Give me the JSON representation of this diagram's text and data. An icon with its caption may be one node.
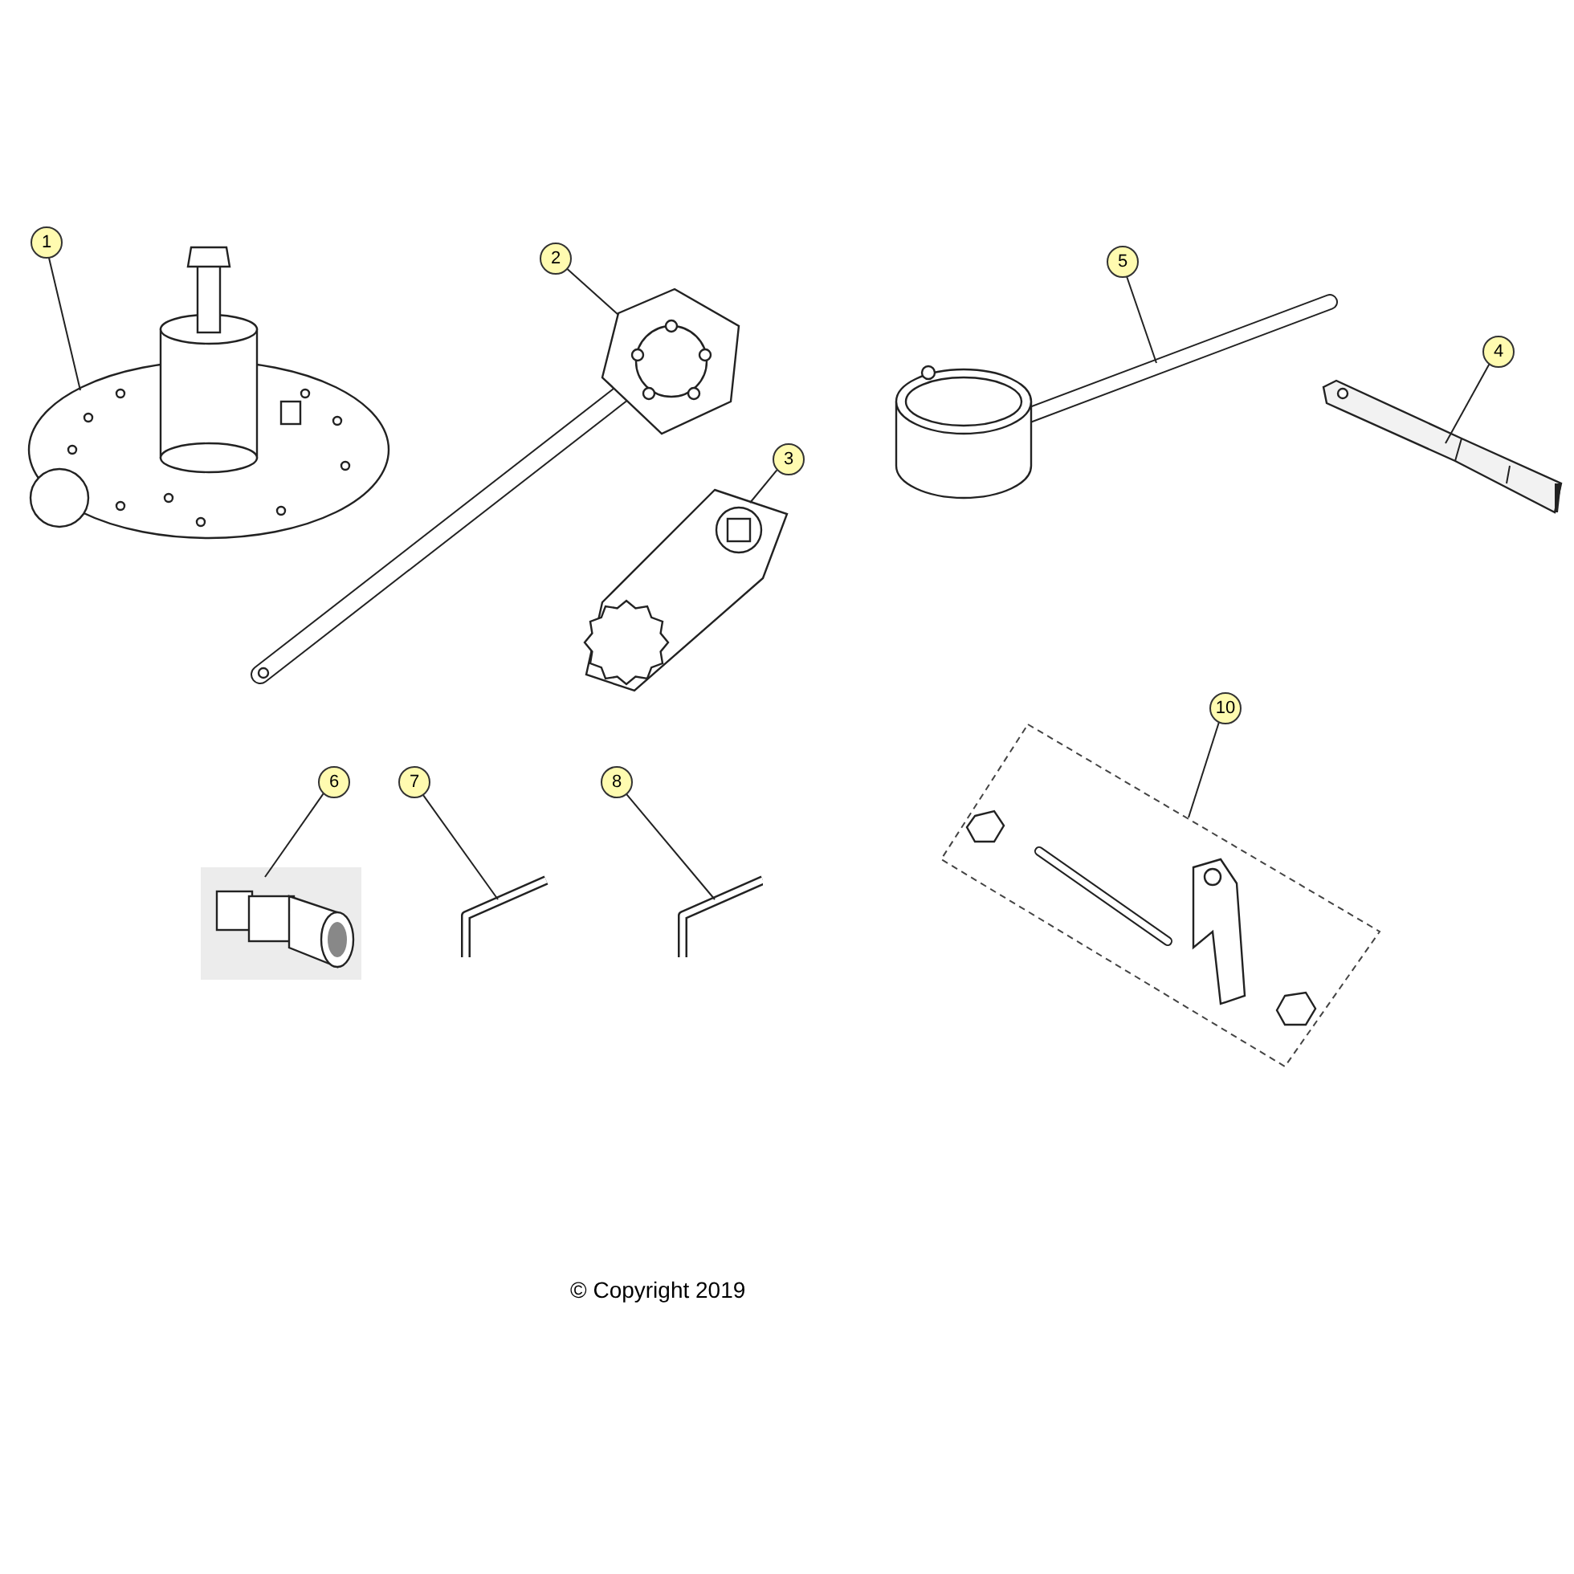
{
  "diagram": {
    "nodes": [
      {
        "text": [
          "1"
        ]
      },
      {
        "text": [],
        "shape": "picture"
      },
      {
        "text": [
          "2"
        ]
      },
      {
        "text": [],
        "shape": "picture"
      },
      {
        "text": [
          "5"
        ]
      },
      {
        "text": [],
        "shape": "picture"
      },
      {
        "text": [
          "4"
        ]
      },
      {
        "text": [],
        "shape": "picture"
      },
      {
        "text": [
          "3"
        ]
      },
      {
        "text": [],
        "shape": "picture"
      },
      {
        "text": [
          "6"
        ]
      },
      {
        "text": [],
        "shape": "picture"
      },
      {
        "text": [
          "7"
        ]
      },
      {
        "text": [],
        "shape": "picture"
      },
      {
        "text": [
          "8"
        ]
      },
      {
        "text": [],
        "shape": "picture"
      },
      {
        "text": [
          "10"
        ]
      },
      {
        "text": [],
        "shape": "picture"
      }
    ],
    "edges": [
      {
        "from": 0,
        "to": 1,
        "arrow": "none"
      },
      {
        "from": 2,
        "to": 3,
        "arrow": "none"
      },
      {
        "from": 4,
        "to": 5,
        "arrow": "none"
      },
      {
        "from": 6,
        "to": 7,
        "arrow": "none"
      },
      {
        "from": 8,
        "to": 9,
        "arrow": "none"
      },
      {
        "from": 10,
        "to": 11,
        "arrow": "none"
      },
      {
        "from": 12,
        "to": 13,
        "arrow": "none"
      },
      {
        "from": 14,
        "to": 15,
        "arrow": "none"
      },
      {
        "from": 16,
        "to": 17,
        "arrow": "none"
      }
    ],
    "labels": [
      "© Copyright 2019"
    ]
  }
}
